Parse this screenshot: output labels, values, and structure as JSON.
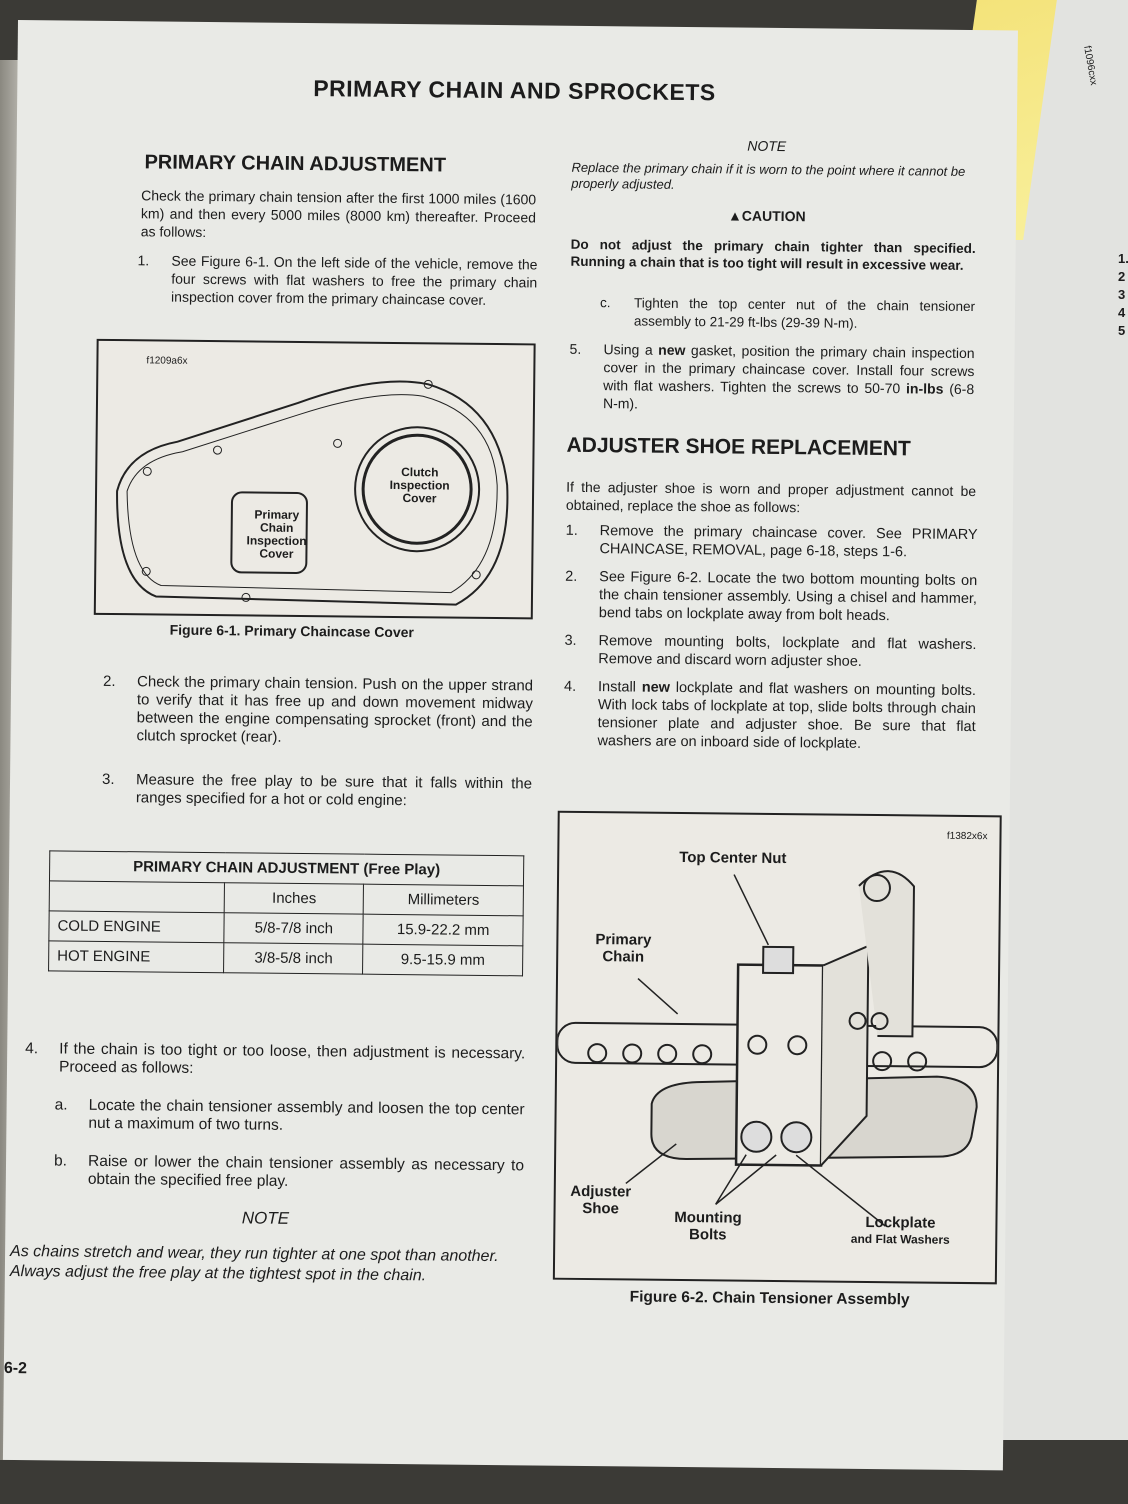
{
  "header": {
    "title": "PRIMARY CHAIN AND SPROCKETS"
  },
  "left": {
    "heading": "PRIMARY CHAIN ADJUSTMENT",
    "intro": "Check the primary chain tension after the first 1000 miles (1600 km) and then every 5000 miles (8000 km) thereafter. Proceed as follows:",
    "step1": {
      "num": "1.",
      "text": "See Figure 6-1. On the left side of the vehicle, remove the four screws with flat washers to free the primary chain inspection cover from the primary chaincase cover."
    },
    "figure1": {
      "code": "f1209a6x",
      "label_inspection": "Primary Chain Inspection Cover",
      "label_clutch": "Clutch Inspection Cover",
      "caption": "Figure 6-1. Primary Chaincase Cover"
    },
    "step2": {
      "num": "2.",
      "text": "Check the primary chain tension. Push on the upper strand to verify that it has free up and down movement midway between the engine compensating sprocket (front) and the clutch sprocket (rear)."
    },
    "step3": {
      "num": "3.",
      "text": "Measure the free play to be sure that it falls within the ranges specified for a hot or cold engine:"
    },
    "table": {
      "title": "PRIMARY CHAIN ADJUSTMENT (Free Play)",
      "columns": [
        "",
        "Inches",
        "Millimeters"
      ],
      "rows": [
        [
          "COLD ENGINE",
          "5/8-7/8 inch",
          "15.9-22.2 mm"
        ],
        [
          "HOT ENGINE",
          "3/8-5/8 inch",
          "9.5-15.9 mm"
        ]
      ]
    },
    "step4": {
      "num": "4.",
      "text": "If the chain is too tight or too loose, then adjustment is necessary. Proceed as follows:"
    },
    "step4a": {
      "num": "a.",
      "text": "Locate the chain tensioner assembly and loosen the top center nut a maximum of two turns."
    },
    "step4b": {
      "num": "b.",
      "text": "Raise or lower the chain tensioner assembly as necessary to obtain the specified free play."
    },
    "note_title": "NOTE",
    "note_text": "As chains stretch and wear, they run tighter at one spot than another. Always adjust the free play at the tightest spot in the chain."
  },
  "right": {
    "note_title": "NOTE",
    "note_text": "Replace the primary chain if it is worn to the point where it cannot be properly adjusted.",
    "caution_title": "CAUTION",
    "caution_text": "Do not adjust the primary chain tighter than specified. Running a chain that is too tight will result in excessive wear.",
    "stepc": {
      "num": "c.",
      "text": "Tighten the top center nut of the chain tensioner assembly to 21-29 ft-lbs (29-39 N-m)."
    },
    "step5": {
      "num": "5.",
      "pre": "Using a ",
      "bold": "new",
      "post": " gasket, position the primary chain inspection cover in the primary chaincase cover. Install four screws with flat washers. Tighten the screws to 50-70 ",
      "bold2": "in-lbs",
      "post2": " (6-8 N-m)."
    },
    "heading": "ADJUSTER SHOE REPLACEMENT",
    "intro": "If the adjuster shoe is worn and proper adjustment cannot be obtained, replace the shoe as follows:",
    "steps": [
      {
        "num": "1.",
        "text": "Remove the primary chaincase cover. See PRIMARY CHAINCASE, REMOVAL, page 6-18, steps 1-6."
      },
      {
        "num": "2.",
        "text": "See Figure 6-2. Locate the two bottom mounting bolts on the chain tensioner assembly. Using a chisel and hammer, bend tabs on lockplate away from bolt heads."
      },
      {
        "num": "3.",
        "text": "Remove mounting bolts, lockplate and flat washers. Remove and discard worn adjuster shoe."
      }
    ],
    "step4": {
      "num": "4.",
      "pre": "Install ",
      "bold": "new",
      "post": " lockplate and flat washers on mounting bolts. With lock tabs of lockplate at top, slide bolts through chain tensioner plate and adjuster shoe. Be sure that flat washers are on inboard side of lockplate."
    },
    "figure2": {
      "code": "f1382x6x",
      "label_nut": "Top Center Nut",
      "label_chain": "Primary Chain",
      "label_shoe": "Adjuster Shoe",
      "label_bolts": "Mounting Bolts",
      "label_lockplate": "Lockplate",
      "label_washers": "and Flat Washers",
      "caption": "Figure 6-2. Chain Tensioner Assembly"
    }
  },
  "footer": {
    "page_number": "6-2"
  },
  "neighbor_page": {
    "code": "f1096cxx",
    "items": [
      "1.",
      "2",
      "3",
      "4",
      "5"
    ]
  }
}
